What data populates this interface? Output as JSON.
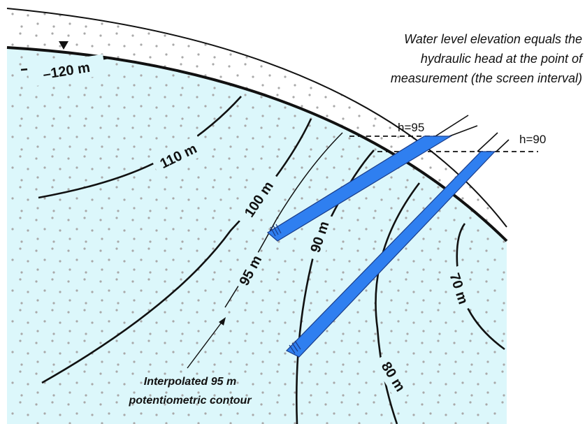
{
  "annotation": {
    "line1": "Water level elevation equals the",
    "line2": "hydraulic head at the point of",
    "line3": "measurement (the screen interval)"
  },
  "heads": {
    "well1": "h=95",
    "well2": "h=90"
  },
  "contours": {
    "c120": "–120 m",
    "c110": "110 m",
    "c100": "100 m",
    "c95": "95 m",
    "c90": "90 m",
    "c80": "80 m",
    "c70": "70 m"
  },
  "interpolated": {
    "line1": "Interpolated 95 m",
    "line2": "potentiometric contour"
  },
  "colors": {
    "saturated_zone": "#dcf7fb",
    "well_casing": "#2f7ff0",
    "well_edge": "#1a3d8a",
    "dots": "#a9a9a9",
    "lines": "#111111"
  },
  "icons": {
    "water_table": "inverted-triangle-icon"
  }
}
